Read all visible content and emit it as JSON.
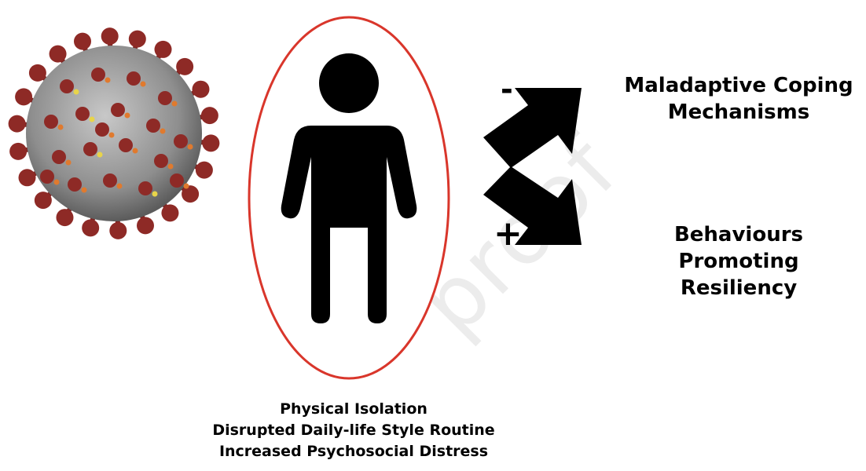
{
  "watermark": "proof",
  "negative": {
    "sign": "-",
    "label_lines": [
      "Maladaptive Coping",
      "Mechanisms"
    ]
  },
  "positive": {
    "sign": "+",
    "label_lines": [
      "Behaviours Promoting",
      "Resiliency"
    ]
  },
  "factors": [
    "Physical Isolation",
    "Disrupted Daily-life Style Routine",
    "Increased Psychosocial Distress"
  ],
  "colors": {
    "ellipse_stroke": "#d9362b",
    "virus_spike": "#8e2a26",
    "virus_body": "#9c9c9c",
    "virus_orange": "#e07a2e",
    "virus_yellow": "#e8d44a"
  },
  "icons": {
    "virus": "coronavirus-icon",
    "person": "person-icon",
    "arrow_up": "arrow-up-right-icon",
    "arrow_down": "arrow-down-right-icon"
  }
}
